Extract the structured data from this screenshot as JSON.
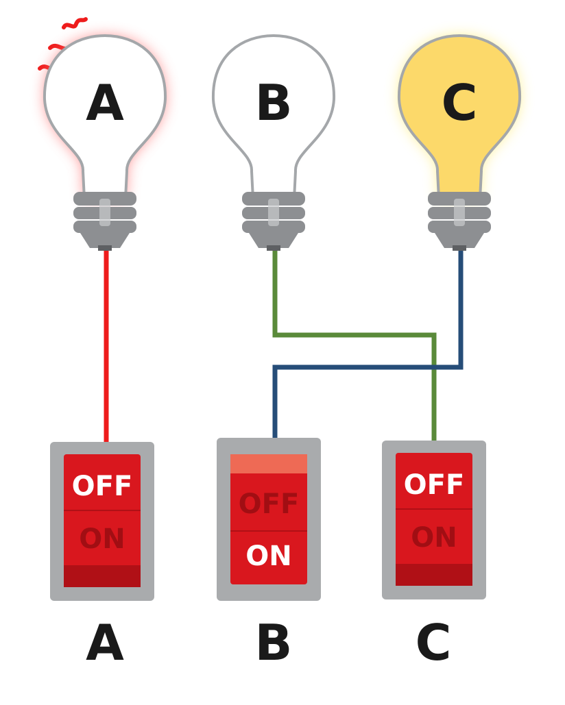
{
  "bulbs": [
    {
      "id": "A",
      "label": "A",
      "state": "hot",
      "fill": "#ffffff",
      "glow": "#ff6f6f"
    },
    {
      "id": "B",
      "label": "B",
      "state": "off",
      "fill": "#ffffff",
      "glow": "none"
    },
    {
      "id": "C",
      "label": "C",
      "state": "lit",
      "fill": "#fcd96a",
      "glow": "#fff08a"
    }
  ],
  "switches": [
    {
      "id": "A",
      "label": "A",
      "off_text": "OFF",
      "on_text": "ON",
      "position": "off"
    },
    {
      "id": "B",
      "label": "B",
      "off_text": "OFF",
      "on_text": "ON",
      "position": "on"
    },
    {
      "id": "C",
      "label": "C",
      "off_text": "OFF",
      "on_text": "ON",
      "position": "off"
    }
  ],
  "wires": [
    {
      "from_bulb": "A",
      "to_switch": "A",
      "color": "#ee1c1c"
    },
    {
      "from_bulb": "B",
      "to_switch": "C",
      "color": "#5a8a3a"
    },
    {
      "from_bulb": "C",
      "to_switch": "B",
      "color": "#264d78"
    }
  ],
  "colors": {
    "switch_red": "#d9171e",
    "switch_dark_red": "#b01016",
    "switch_plate": "#a9abad",
    "bulb_base": "#8d8f92",
    "heat_marks": "#ee1c1c"
  }
}
